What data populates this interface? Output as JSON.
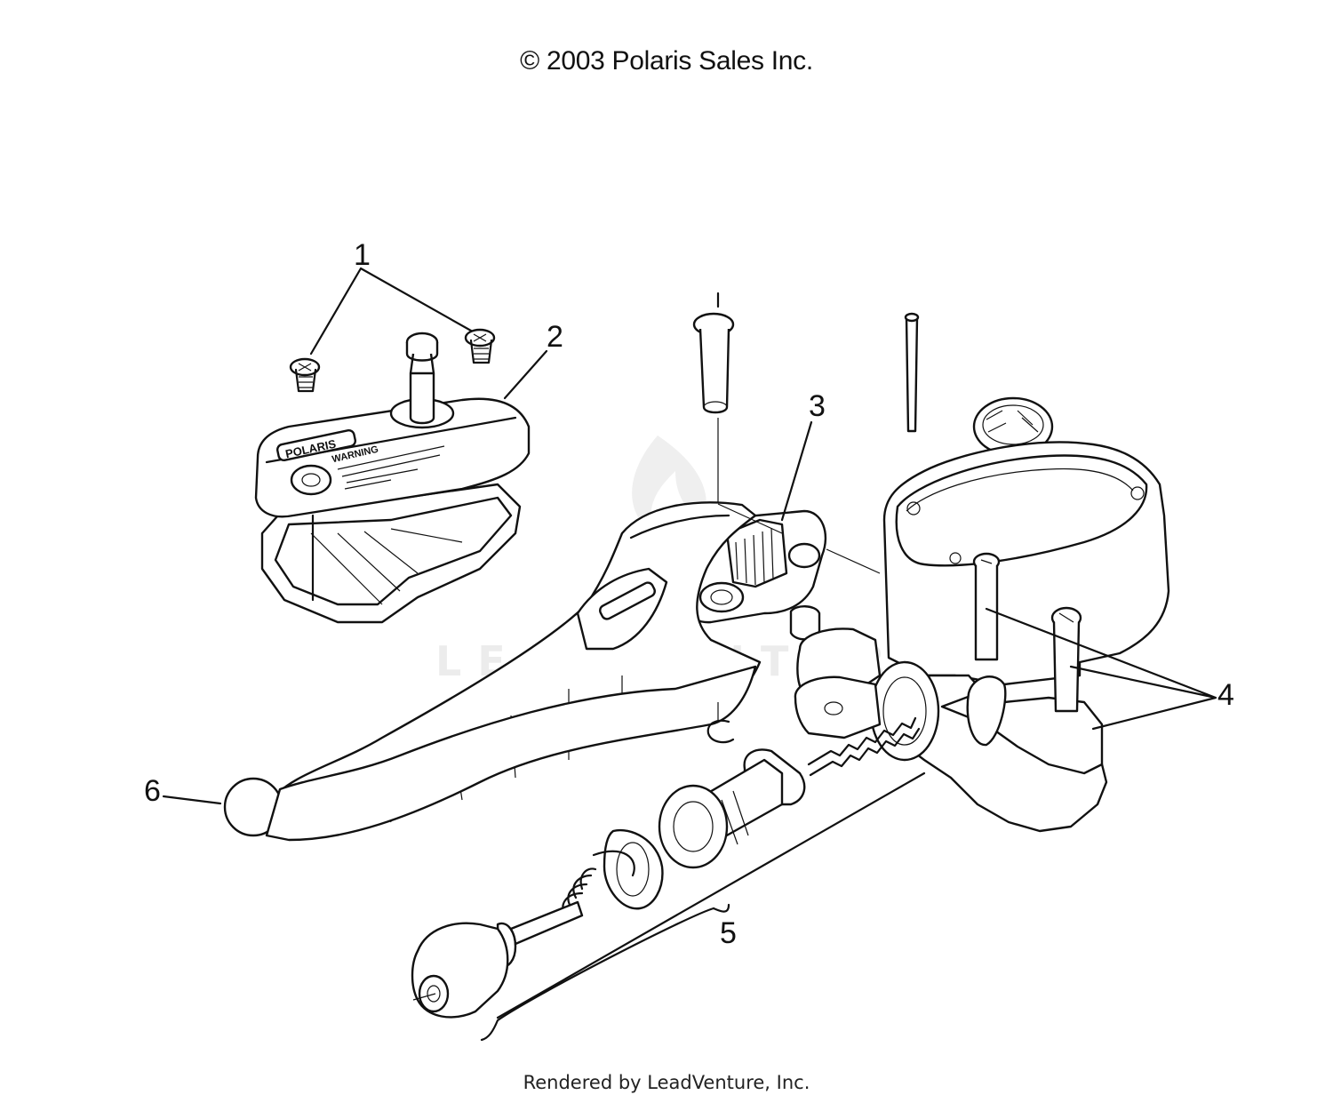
{
  "header": {
    "copyright": "© 2003 Polaris Sales Inc."
  },
  "footer": {
    "rendered_by": "Rendered by LeadVenture, Inc."
  },
  "diagram": {
    "callouts": [
      {
        "id": "1",
        "label": "1"
      },
      {
        "id": "2",
        "label": "2"
      },
      {
        "id": "3",
        "label": "3"
      },
      {
        "id": "4",
        "label": "4"
      },
      {
        "id": "5",
        "label": "5"
      },
      {
        "id": "6",
        "label": "6"
      }
    ],
    "cap_brand": "POLARIS",
    "cap_warning": "WARNING",
    "watermark": "LEADVENTURE"
  }
}
